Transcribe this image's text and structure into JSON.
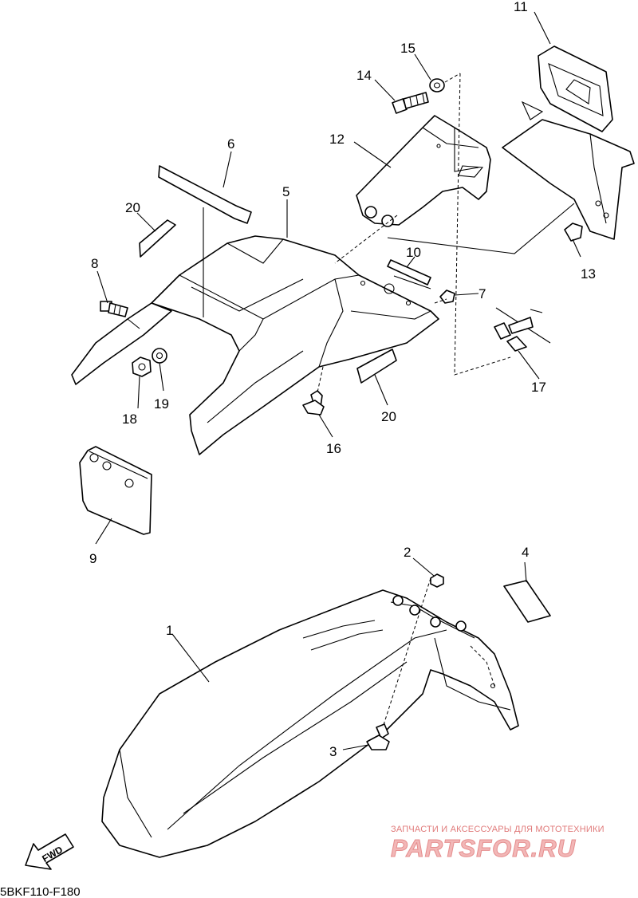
{
  "callouts": {
    "c1": "1",
    "c2": "2",
    "c3": "3",
    "c4": "4",
    "c5": "5",
    "c6": "6",
    "c7": "7",
    "c8": "8",
    "c9": "9",
    "c10": "10",
    "c11": "11",
    "c12": "12",
    "c13": "13",
    "c14": "14",
    "c15": "15",
    "c16": "16",
    "c17": "17",
    "c18": "18",
    "c19": "19",
    "c20a": "20",
    "c20b": "20"
  },
  "direction_label": "FWD",
  "diagram_code": "5BKF110-F180",
  "watermark": {
    "tagline": "ЗАПЧАСТИ И АКСЕССУАРЫ ДЛЯ МОТОТЕХНИКИ",
    "brand": "PARTSFOR.RU",
    "color": "#e58d8d"
  }
}
